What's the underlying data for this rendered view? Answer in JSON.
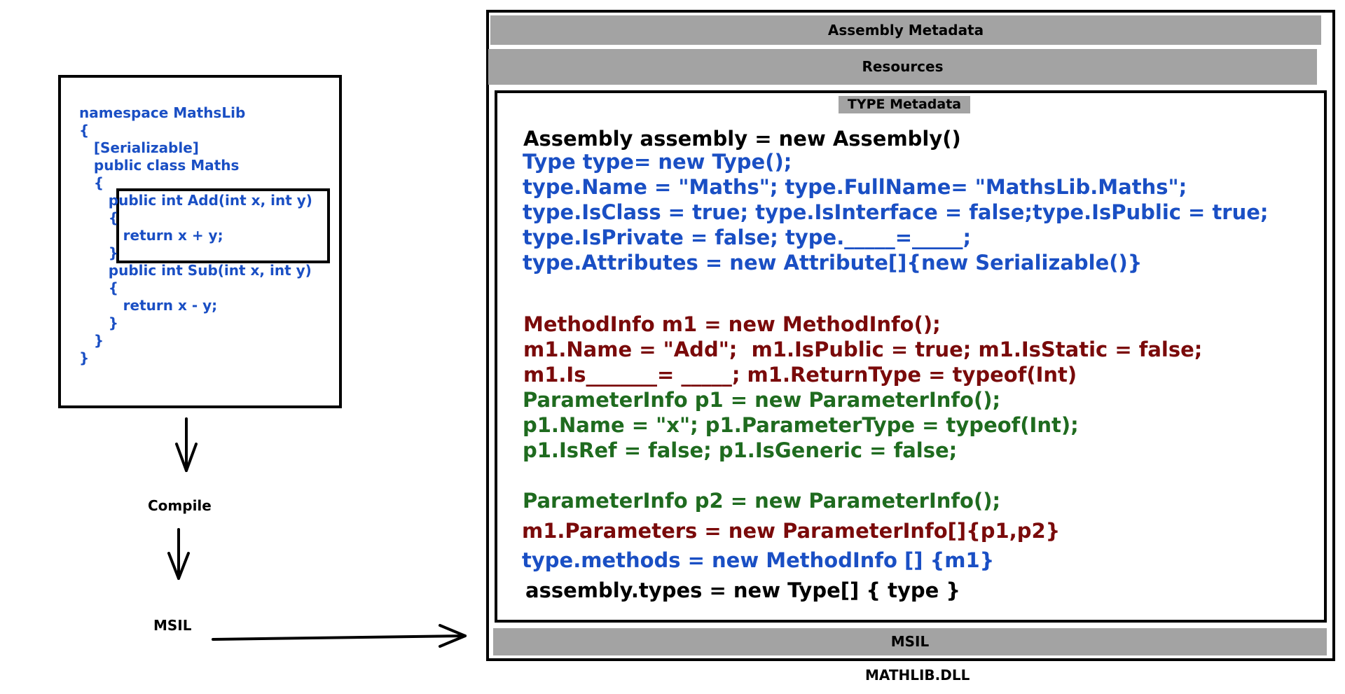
{
  "source_code": {
    "lines": [
      "namespace MathsLib",
      "{",
      "   [Serializable]",
      "   public class Maths",
      "   {",
      "      public int Add(int x, int y)",
      "      {",
      "         return x + y;",
      "      }",
      "      public int Sub(int x, int y)",
      "      {",
      "         return x - y;",
      "      }",
      "   }",
      "}"
    ]
  },
  "flow": {
    "compile_label": "Compile",
    "msil_label": "MSIL"
  },
  "dll": {
    "assembly_metadata": "Assembly Metadata",
    "resources": "Resources",
    "type_metadata_title": "TYPE Metadata",
    "msil": "MSIL",
    "caption": "MATHLIB.DLL",
    "code_lines": [
      {
        "text": "Assembly assembly = new Assembly()",
        "color": "black"
      },
      {
        "text": "Type type= new Type();",
        "color": "blue"
      },
      {
        "text": "type.Name = \"Maths\"; type.FullName= \"MathsLib.Maths\";",
        "color": "blue"
      },
      {
        "text": "type.IsClass = true; type.IsInterface = false;type.IsPublic = true;",
        "color": "blue"
      },
      {
        "text": "type.IsPrivate = false; type._____=_____;",
        "color": "blue"
      },
      {
        "text": "type.Attributes = new Attribute[]{new Serializable()}",
        "color": "blue"
      },
      {
        "text": "MethodInfo m1 = new MethodInfo();",
        "color": "red"
      },
      {
        "text": "m1.Name = \"Add\";  m1.IsPublic = true; m1.IsStatic = false;",
        "color": "red"
      },
      {
        "text": "m1.Is_______= _____; m1.ReturnType = typeof(Int)",
        "color": "red"
      },
      {
        "text": "ParameterInfo p1 = new ParameterInfo();",
        "color": "green"
      },
      {
        "text": "p1.Name = \"x\"; p1.ParameterType = typeof(Int);",
        "color": "green"
      },
      {
        "text": "p1.IsRef = false; p1.IsGeneric = false;",
        "color": "green"
      },
      {
        "text": "ParameterInfo p2 = new ParameterInfo();",
        "color": "green"
      },
      {
        "text": "m1.Parameters = new ParameterInfo[]{p1,p2}",
        "color": "red"
      },
      {
        "text": "type.methods = new MethodInfo [] {m1}",
        "color": "blue"
      },
      {
        "text": "assembly.types = new Type[] { type }",
        "color": "black"
      }
    ]
  },
  "colors": {
    "blue": "#1a4fc4",
    "red": "#7a0a0a",
    "green": "#1f6b1f",
    "black": "#000000",
    "gray": "#a3a3a3"
  }
}
